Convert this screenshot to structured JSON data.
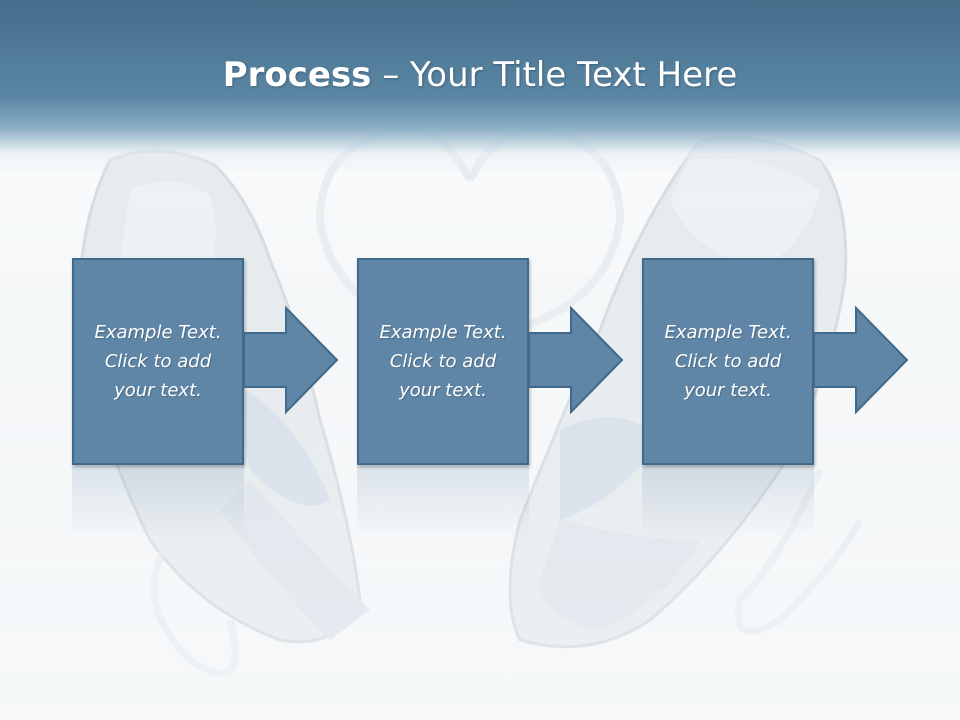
{
  "slide": {
    "title_bold": "Process",
    "title_rest": " – Your Title Text Here"
  },
  "steps": [
    {
      "text": "Example Text.\nClick  to add\nyour text."
    },
    {
      "text": "Example Text.\nClick  to add\nyour text."
    },
    {
      "text": "Example Text.\nClick  to add\nyour text."
    }
  ],
  "colors": {
    "header": "#4f7b9b",
    "box_fill": "#5f86a6",
    "box_border": "#3f6a8b",
    "background": "#f3f6f8"
  },
  "background_image": {
    "icon": "sneakers-heart-laces-photo"
  }
}
